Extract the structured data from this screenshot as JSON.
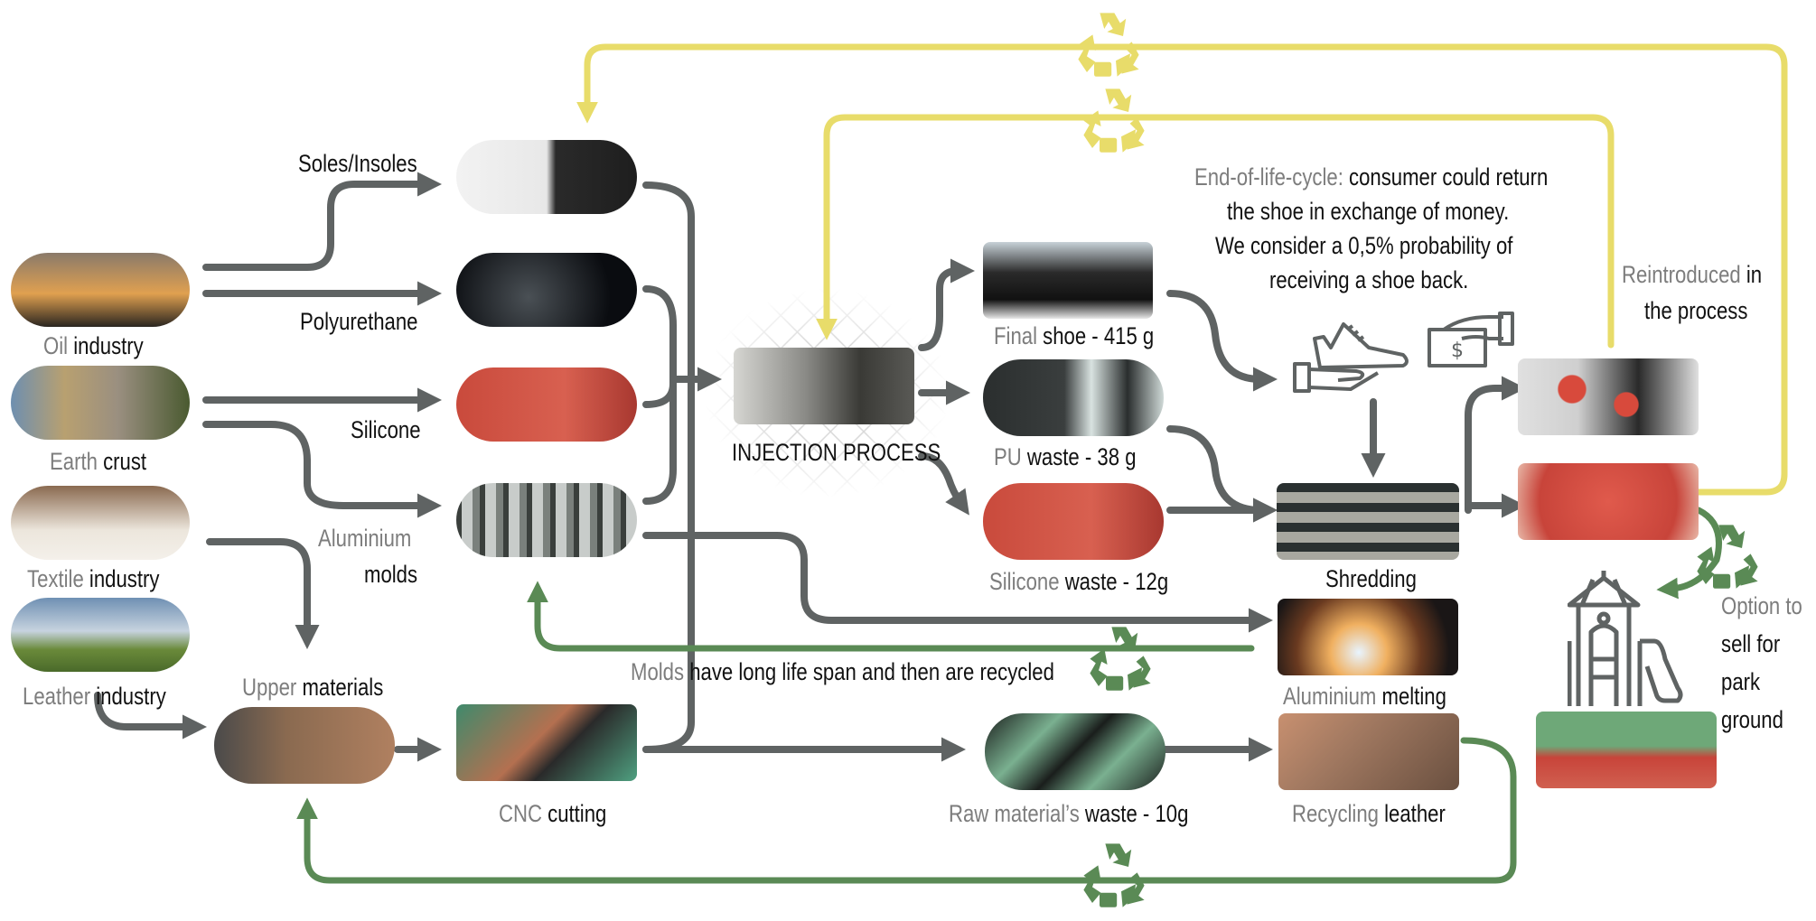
{
  "colors": {
    "flow_arrow": "#5f6363",
    "recycle_green": "#5a8a55",
    "reintroduce_yellow": "#e8dc6a",
    "label_gray": "#7d7d7d",
    "label_black": "#111111"
  },
  "sources": [
    {
      "gray": "Oil",
      "black": " industry"
    },
    {
      "gray": "Earth",
      "black": " crust"
    },
    {
      "gray": "Textile",
      "black": " industry"
    },
    {
      "gray": "Leather",
      "black": " industry"
    }
  ],
  "materials": {
    "soles": "Soles/Insoles",
    "polyurethane": "Polyurethane",
    "silicone": "Silicone",
    "aluminium_gray": "Aluminium",
    "aluminium_black": "molds",
    "upper_gray": "Upper",
    "upper_black": " materials",
    "cnc_gray": "CNC",
    "cnc_black": " cutting"
  },
  "process": {
    "injection": "INJECTION PROCESS"
  },
  "outputs": {
    "final_gray": "Final",
    "final_black": " shoe - 415 g",
    "pu_gray": "PU",
    "pu_black": " waste - 38 g",
    "silicone_gray": "Silicone",
    "silicone_black": " waste - 12g",
    "raw_gray": "Raw material’s",
    "raw_black": " waste - 10g"
  },
  "recycling": {
    "shredding": "Shredding",
    "alu_gray": "Aluminium",
    "alu_black": " melting",
    "leather_gray": "Recycling",
    "leather_black": " leather"
  },
  "notes": {
    "eol_gray": "End-of-life-cycle:",
    "eol_line1": " consumer could return",
    "eol_line2": "the shoe in exchange of money.",
    "eol_line3": "We consider a 0,5% probability of",
    "eol_line4": "receiving a shoe back.",
    "molds_gray": "Molds",
    "molds_black": " have long life span and then are recycled",
    "reintro_gray": "Reintroduced",
    "reintro_black": " in",
    "reintro_line2": "the process",
    "option_gray": "Option to",
    "option_line2": "sell for",
    "option_line3": "park",
    "option_line4": "ground"
  },
  "icons": [
    "recycle-icon",
    "shoe-in-hand-icon",
    "money-in-hand-icon",
    "playground-icon"
  ]
}
